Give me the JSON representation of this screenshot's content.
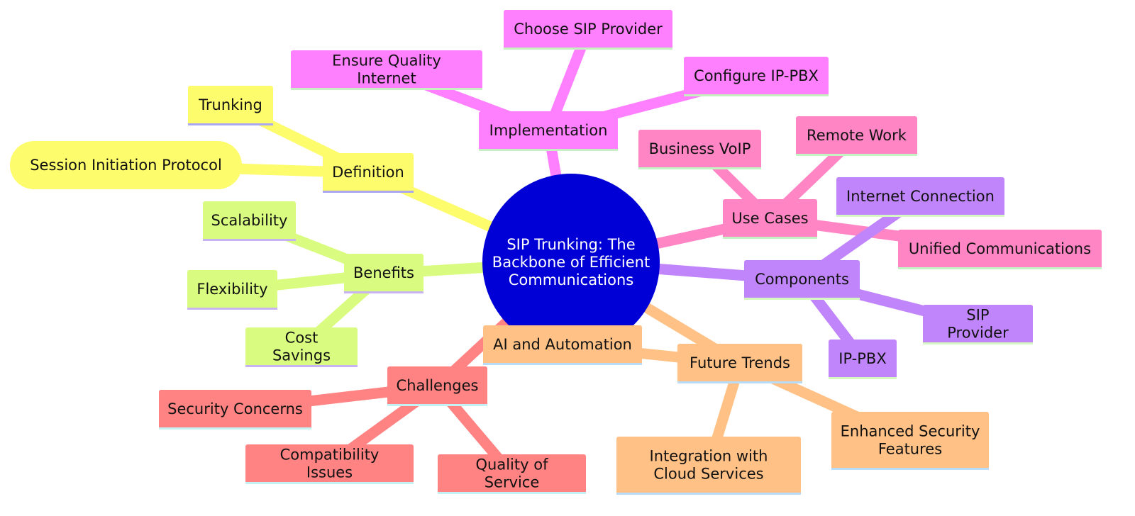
{
  "colors": {
    "center": "#0000d6",
    "definition": "#fdfc6d",
    "benefits": "#d8fb80",
    "implementation": "#ff80ff",
    "use_cases": "#ff85c4",
    "components": "#c185fb",
    "future_trends": "#ffc185",
    "challenges": "#ff8383"
  },
  "center": {
    "label": "SIP Trunking: The Backbone of Efficient Communications"
  },
  "branches": [
    {
      "key": "definition",
      "label": "Definition",
      "children": [
        "Trunking",
        "Session Initiation Protocol"
      ]
    },
    {
      "key": "benefits",
      "label": "Benefits",
      "children": [
        "Scalability",
        "Flexibility",
        "Cost Savings"
      ]
    },
    {
      "key": "implementation",
      "label": "Implementation",
      "children": [
        "Ensure Quality Internet",
        "Choose SIP Provider",
        "Configure IP-PBX"
      ]
    },
    {
      "key": "use_cases",
      "label": "Use Cases",
      "children": [
        "Business VoIP",
        "Remote Work",
        "Unified Communications"
      ]
    },
    {
      "key": "components",
      "label": "Components",
      "children": [
        "Internet Connection",
        "SIP Provider",
        "IP-PBX"
      ]
    },
    {
      "key": "future_trends",
      "label": "Future Trends",
      "children": [
        "AI and Automation",
        "Enhanced Security Features",
        "Integration with Cloud Services"
      ]
    },
    {
      "key": "challenges",
      "label": "Challenges",
      "children": [
        "Security Concerns",
        "Compatibility Issues",
        "Quality of Service"
      ]
    }
  ]
}
